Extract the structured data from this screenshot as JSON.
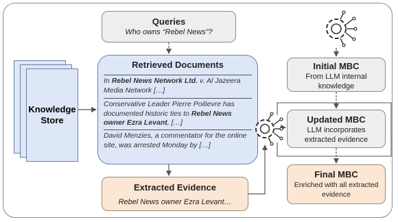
{
  "queries": {
    "title": "Queries",
    "question": "Who owns “Rebel News”?"
  },
  "knowledge_store": {
    "label_line1": "Knowledge",
    "label_line2": "Store"
  },
  "retrieved": {
    "title": "Retrieved Documents",
    "doc1_pre": "In ",
    "doc1_bold": "Rebel News Network Ltd.",
    "doc1_post": " v. Al Jazeera Media Network […]",
    "doc2_pre": "Conservative Leader Pierre Poilievre has documented historic ties to ",
    "doc2_bold": "Rebel News owner Ezra Levant",
    "doc2_post": ", […]",
    "doc3": "David Menzies, a commentator for the online site, was arrested Monday by […]"
  },
  "extracted": {
    "title": "Extracted Evidence",
    "text": "Rebel News owner Ezra Levant…"
  },
  "initial_mbc": {
    "title": "Initial MBC",
    "line1": "From LLM internal",
    "line2": "knowledge"
  },
  "updated_mbc": {
    "title": "Updated MBC",
    "line1": "LLM incorporates",
    "line2": "extracted evidence"
  },
  "final_mbc": {
    "title": "Final MBC",
    "line1": "Enriched with all extracted",
    "line2": "evidence"
  },
  "icons": {
    "top_right": "llm-brain-circuit-icon",
    "middle": "llm-brain-circuit-icon"
  },
  "colors": {
    "gray_box": "#eeeeee",
    "blue_box": "#dde7f7",
    "peach_box": "#fbe7d3",
    "border": "#8a8a8a",
    "arrow": "#555555"
  }
}
